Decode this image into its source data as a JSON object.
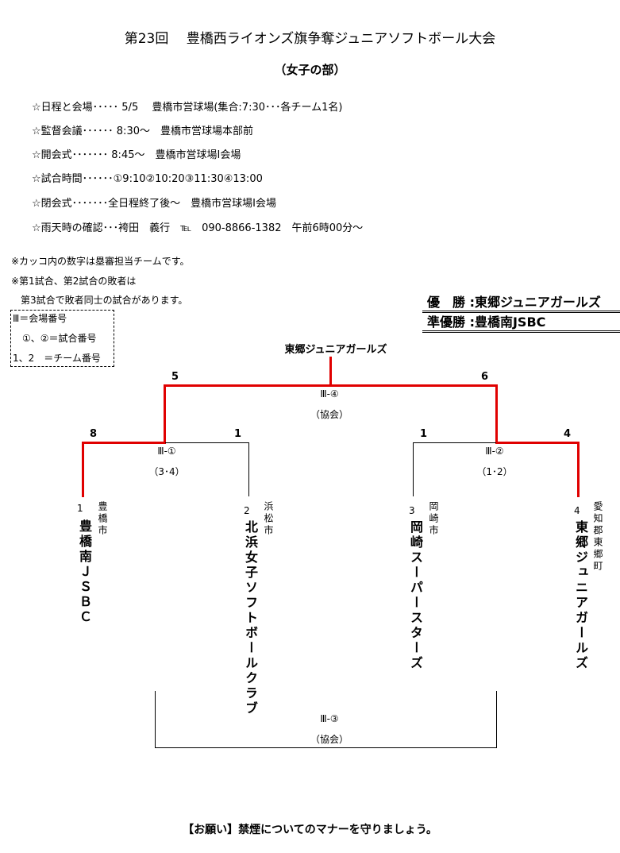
{
  "header": {
    "title": "第23回　 豊橋西ライオンズ旗争奪ジュニアソフトボール大会",
    "subtitle": "（女子の部）"
  },
  "info": [
    "☆日程と会場･････ 5/5　 豊橋市営球場(集合:7:30･･･各チーム1名)",
    "☆監督会議･･････ 8:30～　豊橋市営球場本部前",
    "☆開会式･･･････ 8:45～　豊橋市営球場Ⅰ会場",
    "☆試合時間･･････①9:10②10:20③11:30④13:00",
    "☆閉会式･･･････全日程終了後～　豊橋市営球場Ⅰ会場",
    "☆雨天時の確認･･･袴田　義行　℡　090-8866-1382　午前6時00分～"
  ],
  "notes": [
    "※カッコ内の数字は塁審担当チームです。",
    "※第1試合、第2試合の敗者は",
    "　第3試合で敗者同士の試合があります。"
  ],
  "legend": [
    "Ⅲ＝会場番号",
    "　①、②＝試合番号",
    "1、2　＝チーム番号"
  ],
  "results": {
    "winner": "優　勝 :東郷ジュニアガールズ",
    "runner_up": "準優勝 :豊橋南JSBC"
  },
  "bracket": {
    "champion": "東郷ジュニアガールズ",
    "final": {
      "label": "Ⅲ-④",
      "umpire": "（協会）",
      "score_left": "5",
      "score_right": "6"
    },
    "semi1": {
      "label": "Ⅲ-①",
      "umpire": "（3･4）",
      "score_left": "8",
      "score_right": "1"
    },
    "semi2": {
      "label": "Ⅲ-②",
      "umpire": "（1･2）",
      "score_left": "1",
      "score_right": "4"
    },
    "consolation": {
      "label": "Ⅲ-③",
      "umpire": "（協会）"
    },
    "teams": [
      {
        "seed": "1",
        "name": "豊橋南ＪＳＢＣ",
        "city": "豊橋市"
      },
      {
        "seed": "2",
        "name": "北浜女子ソフトボールクラブ",
        "city": "浜松市"
      },
      {
        "seed": "3",
        "name": "岡崎スーパースターズ",
        "city": "岡崎市"
      },
      {
        "seed": "4",
        "name": "東郷ジュニアガールズ",
        "city": "愛知郡東郷町"
      }
    ],
    "line_color_winner": "#e00000"
  },
  "footer": "【お願い】禁煙についてのマナーを守りましょう。"
}
